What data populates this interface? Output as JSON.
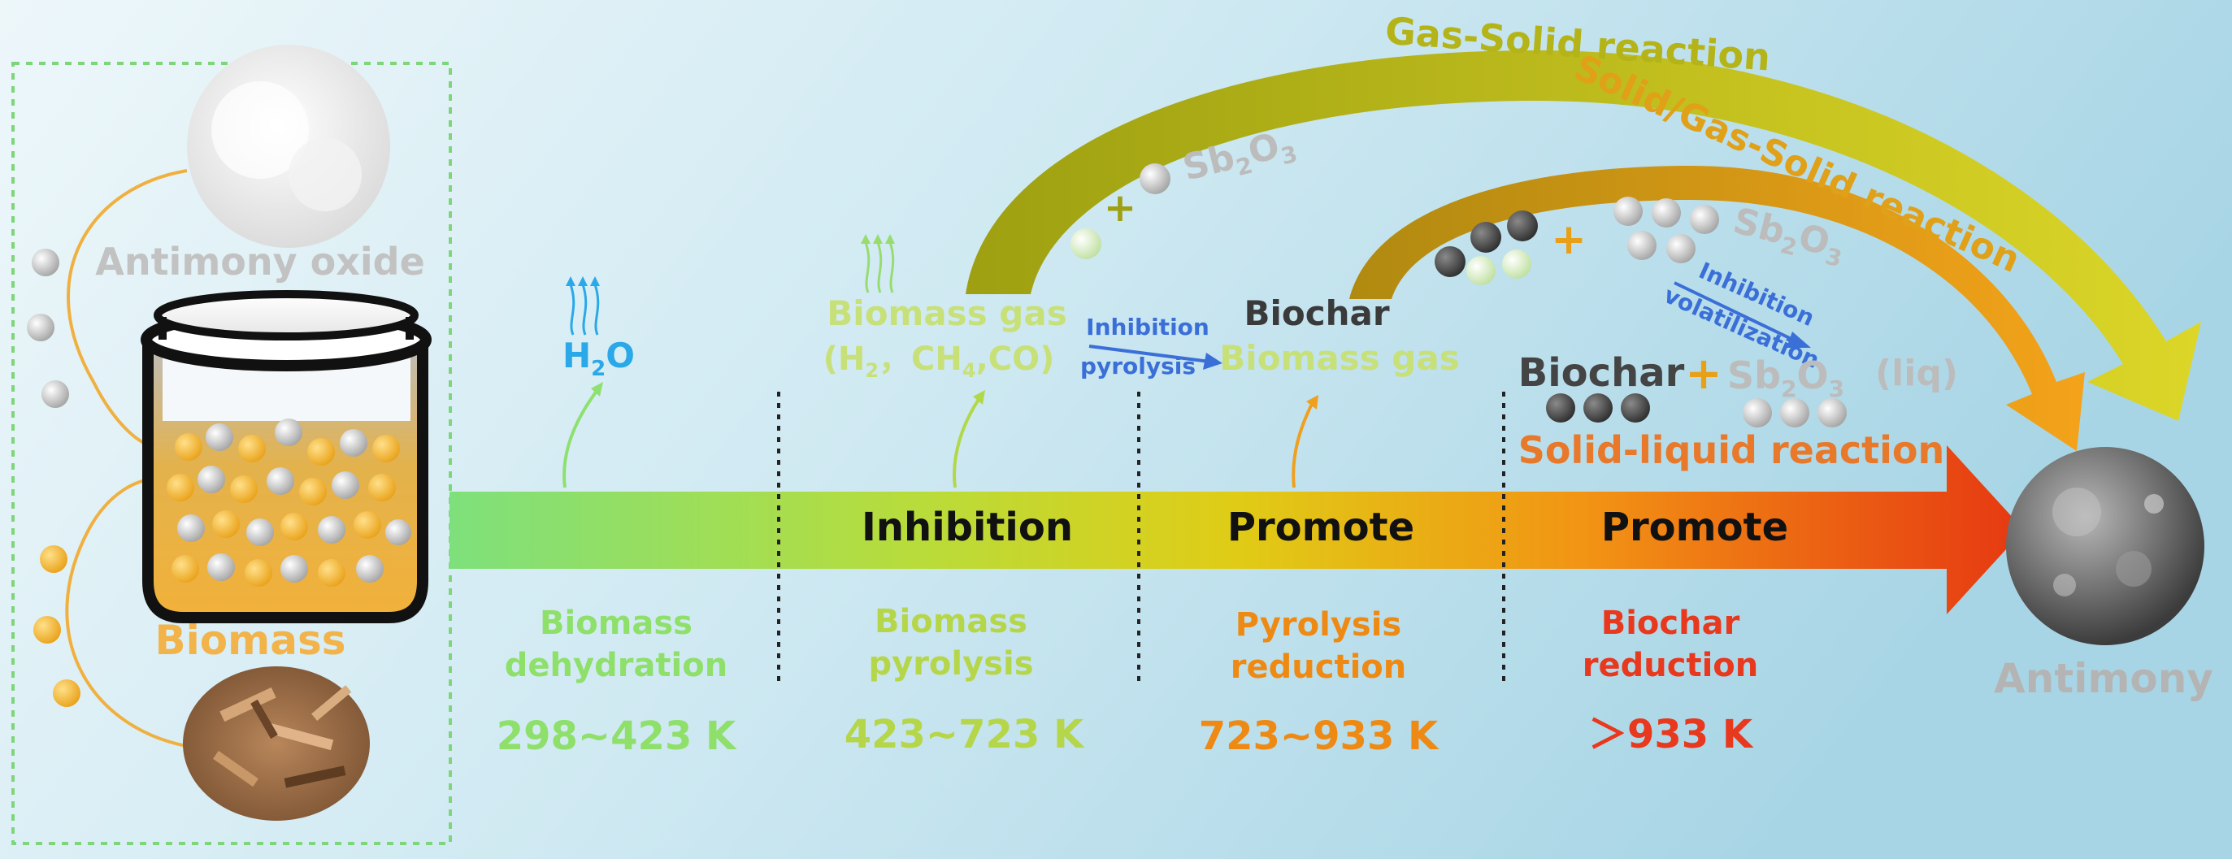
{
  "colors": {
    "background_left": "#e6f4f8",
    "background_right": "#a9d6e6",
    "arrow_green": "#7fe07a",
    "arrow_yellow": "#d8d21a",
    "arrow_orange": "#f29a12",
    "arrow_red": "#e73a10",
    "gas_solid_arc": "#c8cc22",
    "solid_gas_arc": "#f0a418",
    "stage1": "#8ee06a",
    "stage2": "#b6d64a",
    "stage3": "#ee8a14",
    "stage4": "#e8381e",
    "water": "#2aa8e8",
    "blue_annotation": "#3b6fd8"
  },
  "feedstock": {
    "antimony_oxide_label": "Antimony oxide",
    "biomass_label": "Biomass"
  },
  "water_label": {
    "main": "H",
    "sub": "2",
    "tail": "O"
  },
  "biomass_gas": {
    "line1": "Biomass gas",
    "line2_parts": [
      "(H",
      "2",
      "，CH",
      "4",
      ",CO)"
    ]
  },
  "inhibition_pyrolysis": {
    "line1": "Inhibition",
    "line2": "pyrolysis"
  },
  "biochar_gas": {
    "biochar": "Biochar",
    "biomass_gas": "Biomass gas"
  },
  "sb2o3": {
    "a": "Sb",
    "b": "2",
    "c": "O",
    "d": "3"
  },
  "plus": "+",
  "inhibition_volatilization": {
    "line1": "Inhibition",
    "line2": "volatilization"
  },
  "liquid_reaction": {
    "biochar": "Biochar",
    "liq": "(liq)"
  },
  "reactions": {
    "gas_solid": "Gas-Solid reaction",
    "solid_gas_solid": "Solid/Gas-Solid reaction",
    "solid_liquid": "Solid-liquid reaction"
  },
  "arrow_labels": [
    "Inhibition",
    "Promote",
    "Promote"
  ],
  "stages": [
    {
      "name_line1": "Biomass",
      "name_line2": "dehydration",
      "temp": "298~423 K"
    },
    {
      "name_line1": "Biomass",
      "name_line2": "pyrolysis",
      "temp": "423~723 K"
    },
    {
      "name_line1": "Pyrolysis",
      "name_line2": "reduction",
      "temp": "723~933 K"
    },
    {
      "name_line1": "Biochar",
      "name_line2": "reduction",
      "temp": "＞933 K"
    }
  ],
  "product_label": "Antimony"
}
